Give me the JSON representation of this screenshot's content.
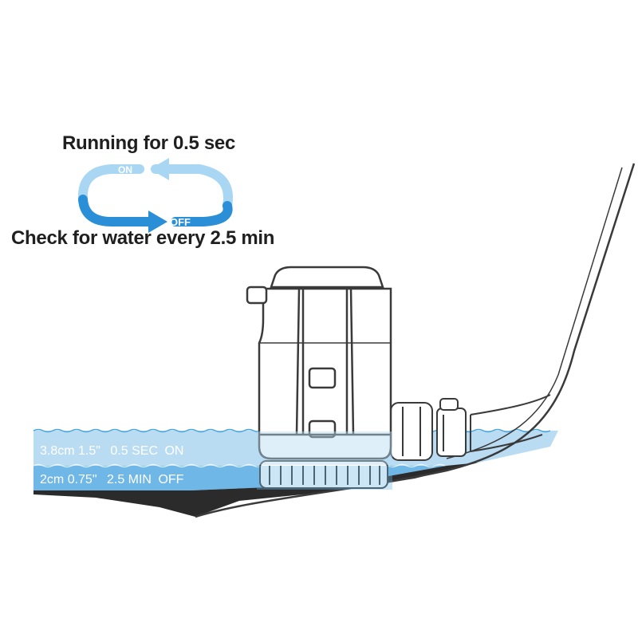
{
  "cycle": {
    "running_caption": "Running for 0.5 sec",
    "check_caption": "Check for water every 2.5 min",
    "on_label": "ON",
    "off_label": "OFF"
  },
  "levels": [
    {
      "depth_cm": "3.8cm",
      "depth_in": "1.5\"",
      "duration": "0.5 SEC",
      "state": "ON"
    },
    {
      "depth_cm": "2cm",
      "depth_in": "0.75\"",
      "duration": "2.5 MIN",
      "state": "OFF"
    }
  ],
  "colors": {
    "water_upper": "#b9dcf3",
    "water_lower": "#6fb7e6",
    "arrow_light": "#a9d6f2",
    "arrow_dark": "#2a8fd6",
    "outline": "#3a3a3a",
    "hull_shadow": "#2b2b2b"
  }
}
